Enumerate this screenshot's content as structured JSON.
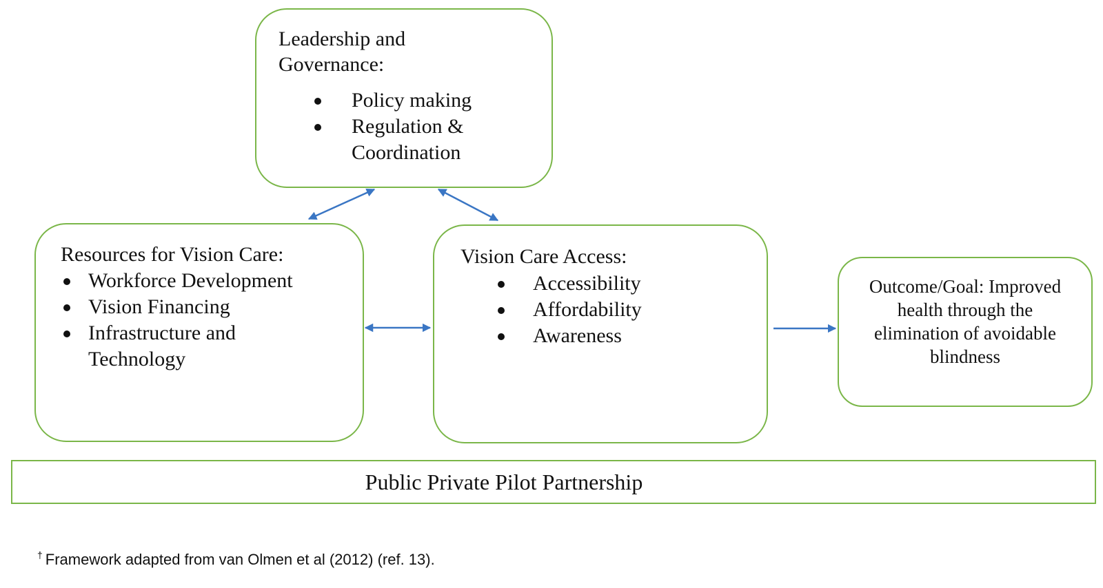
{
  "leadership": {
    "title": "Leadership and Governance:",
    "items": [
      "Policy making",
      "Regulation & Coordination"
    ]
  },
  "resources": {
    "title": "Resources for Vision Care:",
    "items": [
      "Workforce Development",
      "Vision Financing",
      "Infrastructure and Technology"
    ]
  },
  "access": {
    "title": "Vision Care Access:",
    "items": [
      "Accessibility",
      "Affordability",
      "Awareness"
    ]
  },
  "outcome": {
    "text": "Outcome/Goal: Improved health through the elimination of avoidable blindness"
  },
  "partnership": {
    "text": "Public Private Pilot Partnership"
  },
  "footnote": {
    "symbol": "†",
    "text": "Framework adapted from van Olmen et al (2012) (ref. 13)."
  },
  "colors": {
    "box_border": "#7ab648",
    "arrow": "#3a76c4",
    "text": "#111111"
  }
}
